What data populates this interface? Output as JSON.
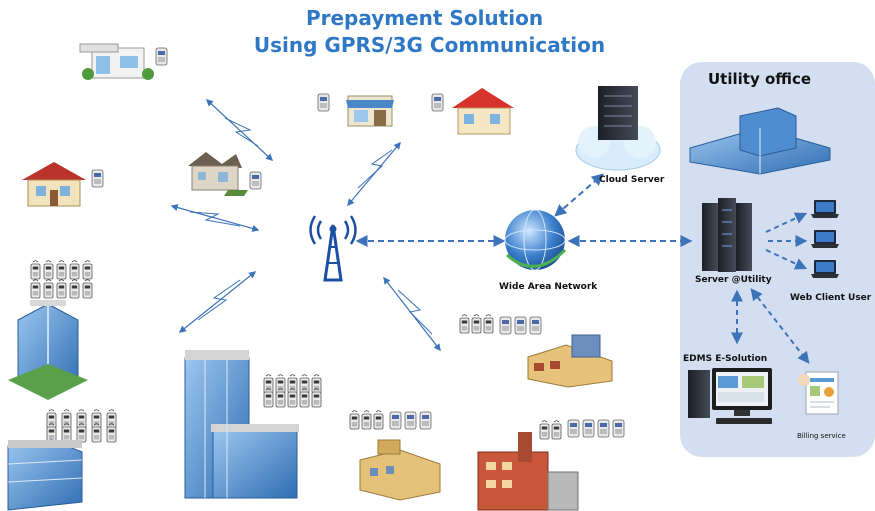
{
  "title": {
    "line1": "Prepayment Solution",
    "line2": "Using GPRS/3G  Communication"
  },
  "utility_office": {
    "title": "Utility office",
    "cloud_server": "Cloud Server",
    "server": "Server @Utility",
    "web_client": "Web Client User",
    "edms": "EDMS E-Solution",
    "billing": "Billing service"
  },
  "network": {
    "wan": "Wide Area Network"
  },
  "colors": {
    "title": "#2e78c6",
    "panel": "#d3dff0",
    "link": "#3d73b8",
    "tower": "#1b4fa1"
  }
}
